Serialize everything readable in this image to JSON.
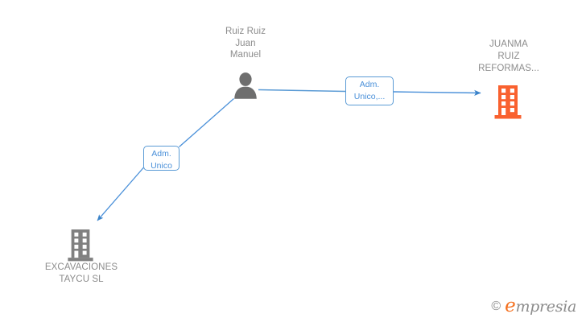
{
  "diagram": {
    "type": "org-relationship-graph",
    "background": "#ffffff",
    "colors": {
      "edge": "#4a90d9",
      "edge_box_border": "#5b9bd5",
      "edge_box_text": "#4a90d9",
      "node_label_text": "#8c8c8c",
      "person_icon": "#6e6e6e",
      "company_icon_gray": "#808080",
      "company_icon_orange": "#f9612f",
      "watermark_accent": "#f4701f"
    },
    "nodes": [
      {
        "id": "person",
        "icon": "person-icon",
        "label": "Ruiz Ruiz\nJuan\nManuel",
        "label_lines": [
          "Ruiz Ruiz",
          "Juan",
          "Manuel"
        ],
        "icon_color": "#6e6e6e"
      },
      {
        "id": "company-orange",
        "icon": "building-icon",
        "label": "JUANMA\nRUIZ\nREFORMAS...",
        "label_lines": [
          "JUANMA",
          "RUIZ",
          "REFORMAS..."
        ],
        "icon_color": "#f9612f"
      },
      {
        "id": "company-gray",
        "icon": "building-icon",
        "label": "EXCAVACIONES\nTAYCU SL",
        "label_lines": [
          "EXCAVACIONES",
          "TAYCU SL"
        ],
        "icon_color": "#808080"
      }
    ],
    "edges": [
      {
        "id": "edge-person-to-orange",
        "from": "person",
        "to": "company-orange",
        "label": "Adm.\nUnico,...",
        "label_lines": [
          "Adm.",
          "Unico,..."
        ],
        "direction": "arrow-right"
      },
      {
        "id": "edge-person-to-gray",
        "from": "person",
        "to": "company-gray",
        "label": "Adm.\nUnico",
        "label_lines": [
          "Adm.",
          "Unico"
        ],
        "direction": "arrow-down-left"
      }
    ]
  },
  "watermark": {
    "copyright": "©",
    "brand_initial": "e",
    "brand_rest": "mpresia"
  }
}
